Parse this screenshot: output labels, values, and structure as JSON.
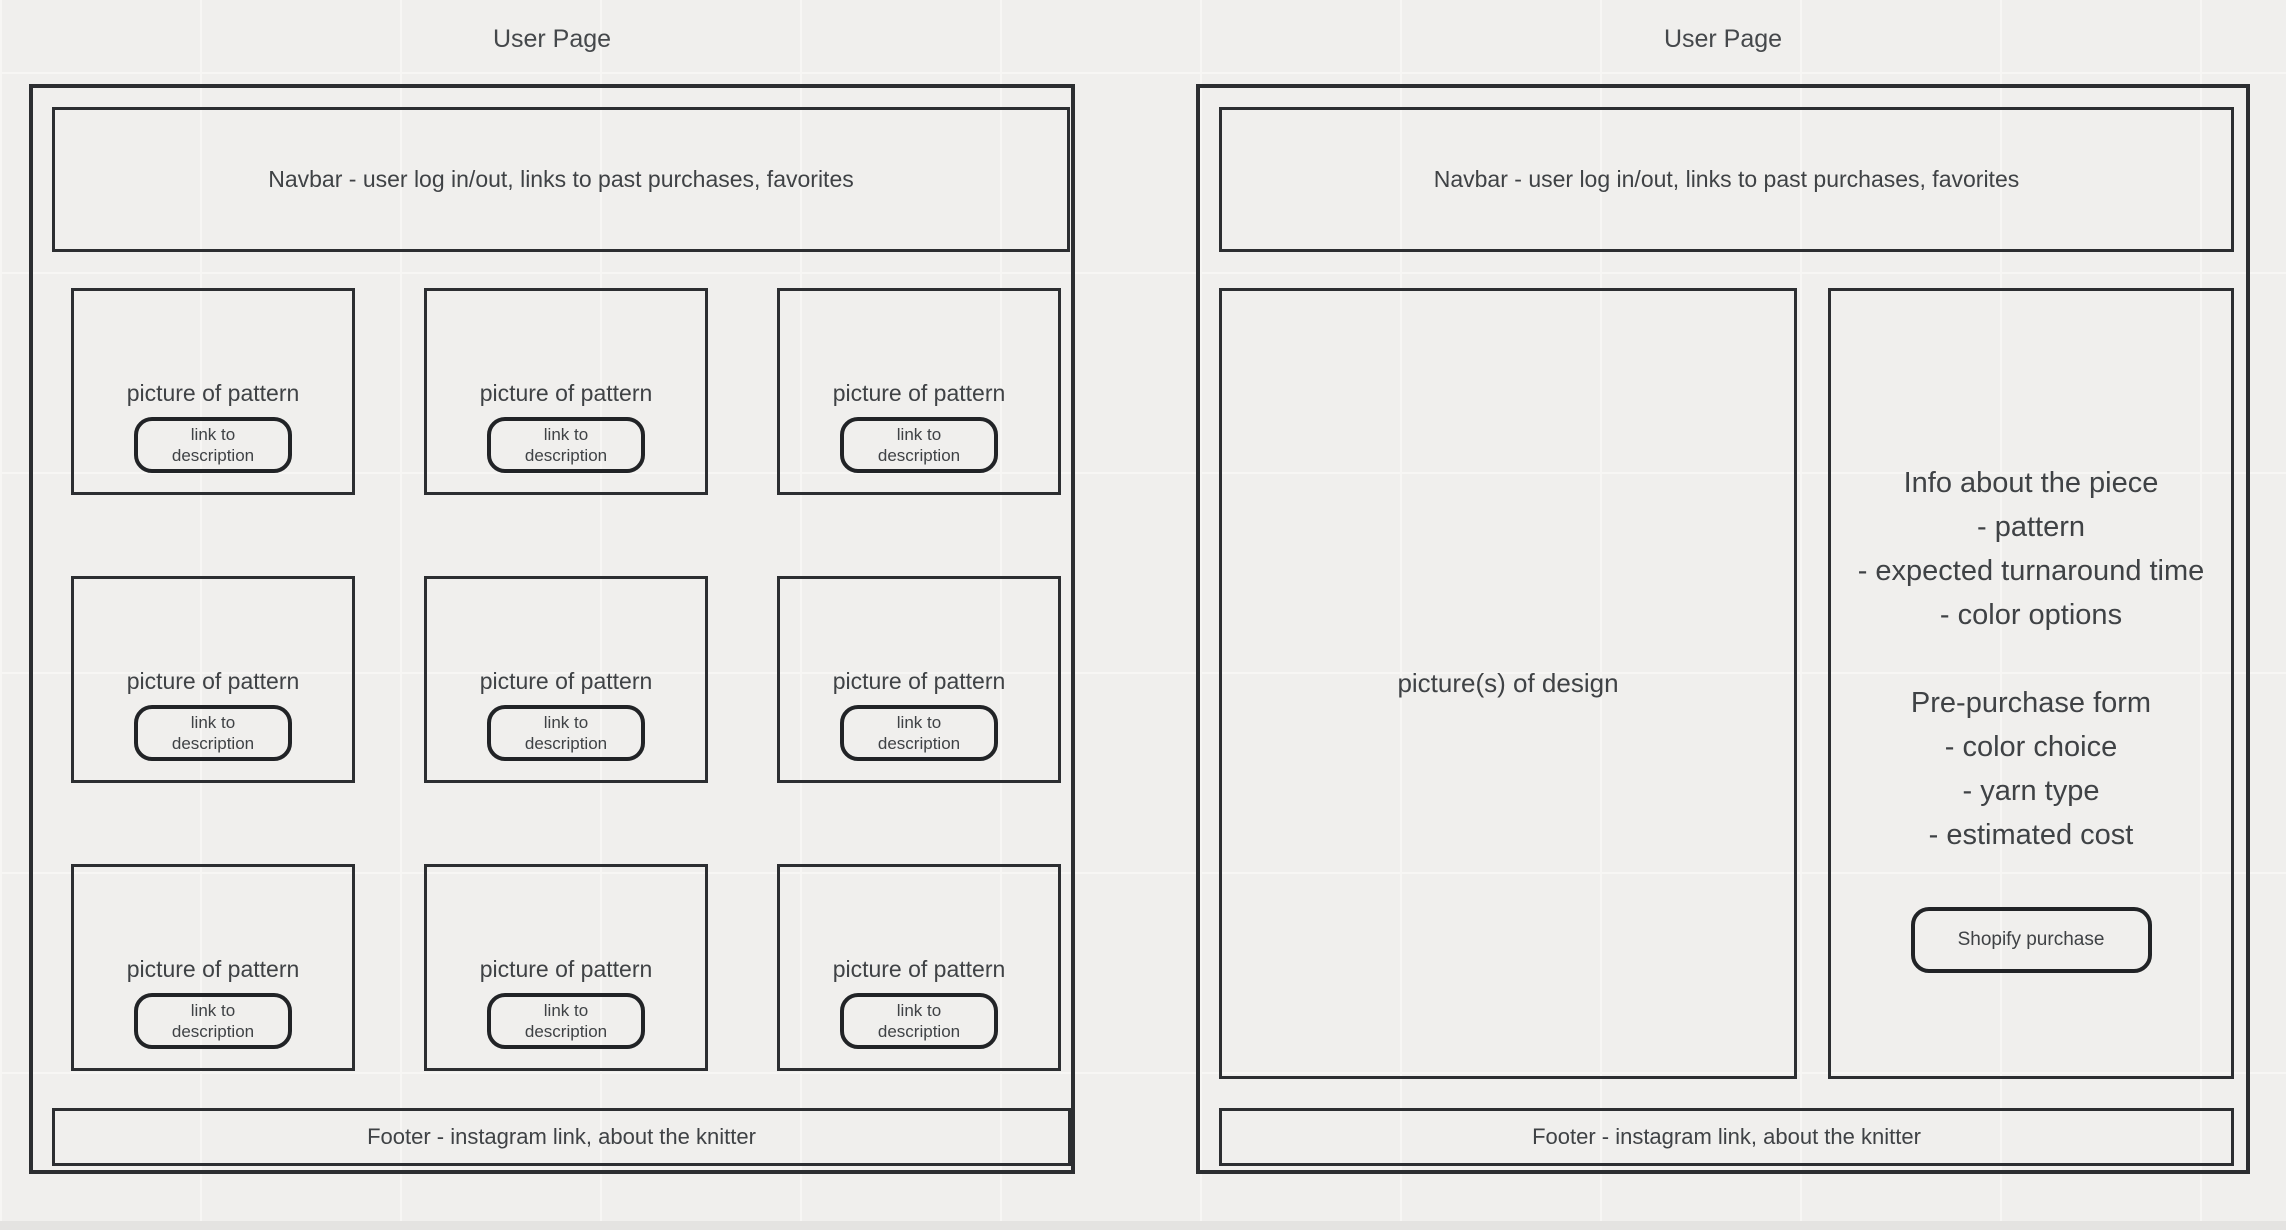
{
  "canvas": {
    "background_color": "#f0efed",
    "grid_line_color": "#f7f6f4",
    "shape_stroke_color": "#2c2e31",
    "text_color": "#3f4245"
  },
  "left_page": {
    "title": "User Page",
    "navbar_label": "Navbar - user log in/out, links to past purchases, favorites",
    "pattern_card_label": "picture of pattern",
    "pattern_card_button": {
      "line1": "link to",
      "line2": "description"
    },
    "footer_label": "Footer - instagram link, about the knitter"
  },
  "right_page": {
    "title": "User Page",
    "navbar_label": "Navbar - user log in/out, links to past purchases, favorites",
    "design_area_label": "picture(s) of design",
    "info_lines": [
      "Info about the piece",
      "- pattern",
      "- expected turnaround time",
      "- color options"
    ],
    "form_lines": [
      "Pre-purchase form",
      "- color choice",
      "- yarn type",
      "- estimated cost"
    ],
    "purchase_button_label": "Shopify purchase",
    "footer_label": "Footer - instagram link, about the knitter"
  }
}
